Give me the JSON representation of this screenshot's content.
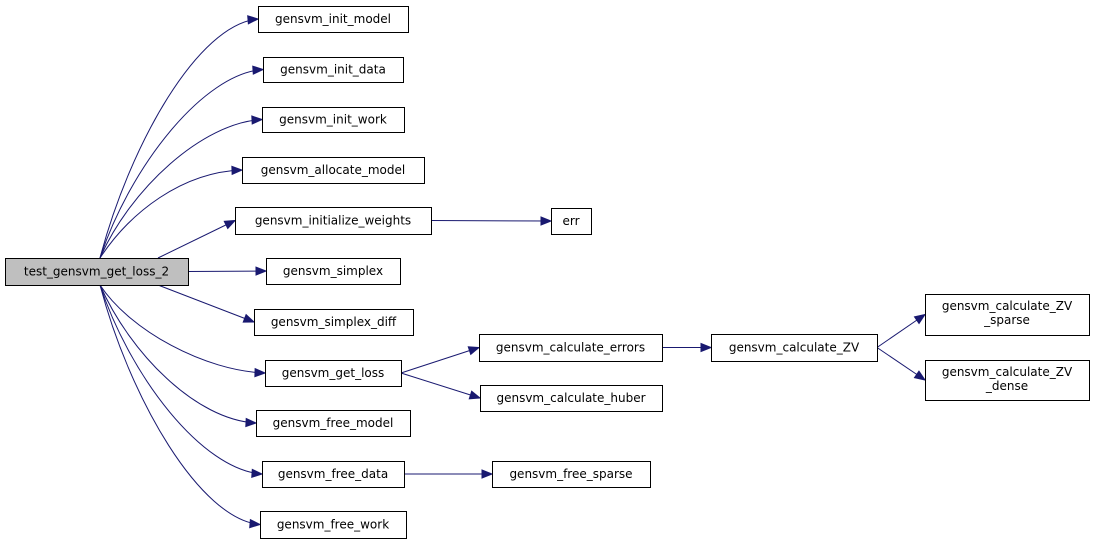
{
  "colors": {
    "edge": "#191970",
    "root_fill": "#bfbfbf",
    "node_fill": "#ffffff",
    "border": "#000000"
  },
  "nodes": {
    "root": "test_gensvm_get_loss_2",
    "init_model": "gensvm_init_model",
    "init_data": "gensvm_init_data",
    "init_work": "gensvm_init_work",
    "allocate_model": "gensvm_allocate_model",
    "initialize_weights": "gensvm_initialize_weights",
    "err": "err",
    "simplex": "gensvm_simplex",
    "simplex_diff": "gensvm_simplex_diff",
    "get_loss": "gensvm_get_loss",
    "calc_errors": "gensvm_calculate_errors",
    "calc_huber": "gensvm_calculate_huber",
    "calc_zv": "gensvm_calculate_ZV",
    "calc_zv_sparse": [
      "gensvm_calculate_ZV",
      "_sparse"
    ],
    "calc_zv_dense": [
      "gensvm_calculate_ZV",
      "_dense"
    ],
    "free_model": "gensvm_free_model",
    "free_data": "gensvm_free_data",
    "free_sparse": "gensvm_free_sparse",
    "free_work": "gensvm_free_work"
  },
  "edges": [
    [
      "root",
      "init_model"
    ],
    [
      "root",
      "init_data"
    ],
    [
      "root",
      "init_work"
    ],
    [
      "root",
      "allocate_model"
    ],
    [
      "root",
      "initialize_weights"
    ],
    [
      "root",
      "simplex"
    ],
    [
      "root",
      "simplex_diff"
    ],
    [
      "root",
      "get_loss"
    ],
    [
      "root",
      "free_model"
    ],
    [
      "root",
      "free_data"
    ],
    [
      "root",
      "free_work"
    ],
    [
      "initialize_weights",
      "err"
    ],
    [
      "get_loss",
      "calc_errors"
    ],
    [
      "get_loss",
      "calc_huber"
    ],
    [
      "calc_errors",
      "calc_zv"
    ],
    [
      "calc_zv",
      "calc_zv_sparse"
    ],
    [
      "calc_zv",
      "calc_zv_dense"
    ],
    [
      "free_data",
      "free_sparse"
    ]
  ]
}
